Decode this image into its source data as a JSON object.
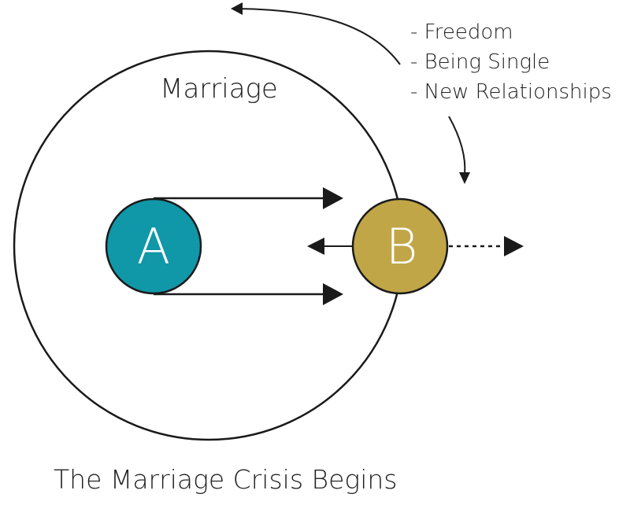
{
  "diagram": {
    "marriage_label": "Marriage",
    "node_a": {
      "label": "A",
      "color": "#1097a8"
    },
    "node_b": {
      "label": "B",
      "color": "#c0a647"
    },
    "reasons": [
      "- Freedom",
      "- Being Single",
      "- New Relationships"
    ],
    "caption": "The Marriage Crisis Begins",
    "stroke_color": "#1a1a1a"
  }
}
